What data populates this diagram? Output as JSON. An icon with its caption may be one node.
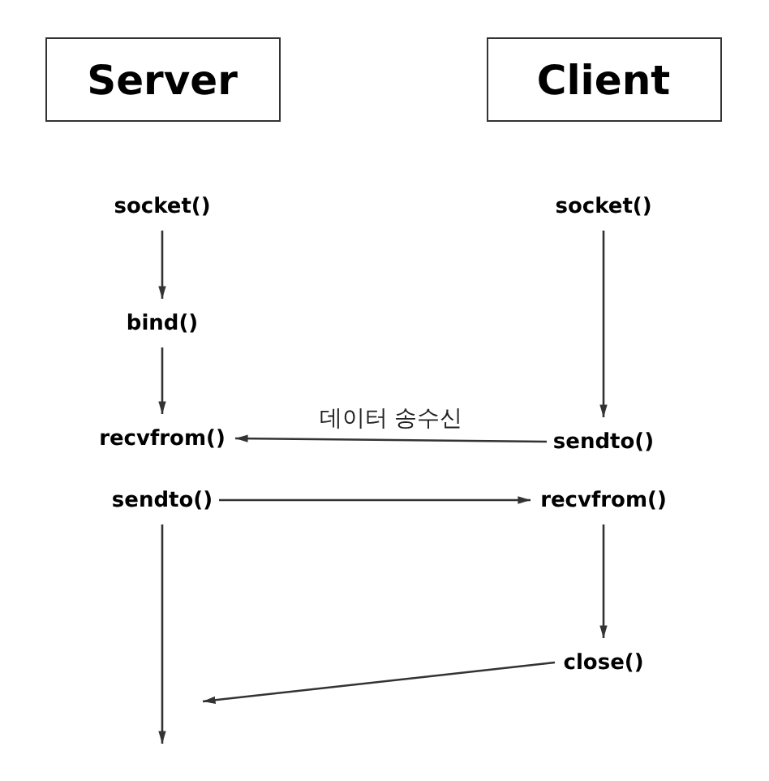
{
  "diagram": {
    "nodes": [
      {
        "text": [
          "Server"
        ]
      },
      {
        "text": [
          "Client"
        ]
      },
      {
        "text": [
          "socket()"
        ]
      },
      {
        "text": [
          "bind()"
        ]
      },
      {
        "text": [
          "recvfrom()"
        ]
      },
      {
        "text": [
          "sendto()"
        ]
      },
      {
        "text": [
          "socket()"
        ]
      },
      {
        "text": [
          "sendto()"
        ]
      },
      {
        "text": [
          "recvfrom()"
        ]
      },
      {
        "text": [
          "close()"
        ]
      }
    ],
    "edges": [
      {
        "from": 2,
        "to": 3,
        "arrow": "to"
      },
      {
        "from": 3,
        "to": 4,
        "arrow": "to"
      },
      {
        "from": 6,
        "to": 7,
        "arrow": "to"
      },
      {
        "from": 7,
        "to": 4,
        "arrow": "to",
        "label": "데이터 송수신"
      },
      {
        "from": 5,
        "to": 8,
        "arrow": "to"
      },
      {
        "from": 8,
        "to": 9,
        "arrow": "to"
      },
      {
        "from": 9,
        "to": null,
        "arrow": "to"
      },
      {
        "from": 5,
        "to": null,
        "arrow": "to"
      }
    ]
  }
}
